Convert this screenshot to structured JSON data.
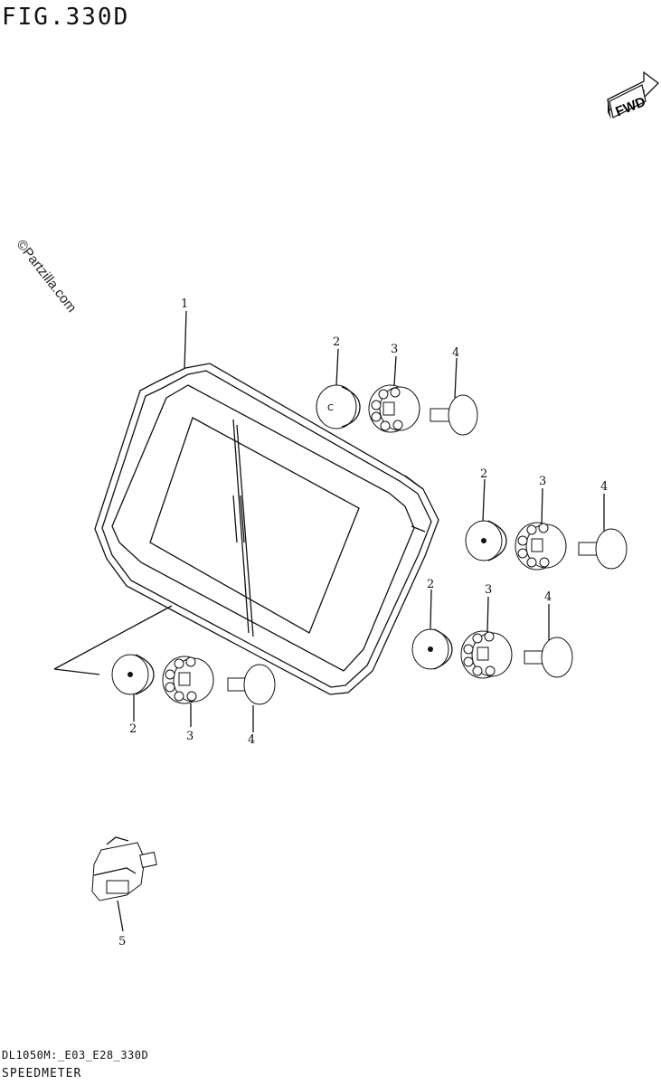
{
  "header": {
    "figure_label": "FIG.330D"
  },
  "watermark": {
    "text": "©Partzilla.com"
  },
  "fwd_badge": {
    "text": "FWD"
  },
  "callouts": [
    {
      "key": "meter",
      "label": "1"
    },
    {
      "key": "cushion_a",
      "label": "2"
    },
    {
      "key": "grommet_a",
      "label": "3"
    },
    {
      "key": "collar_a",
      "label": "4"
    },
    {
      "key": "cushion_b",
      "label": "2"
    },
    {
      "key": "grommet_b",
      "label": "3"
    },
    {
      "key": "collar_b",
      "label": "4"
    },
    {
      "key": "cushion_c",
      "label": "2"
    },
    {
      "key": "grommet_c",
      "label": "3"
    },
    {
      "key": "collar_c",
      "label": "4"
    },
    {
      "key": "cushion_d",
      "label": "2"
    },
    {
      "key": "grommet_d",
      "label": "3"
    },
    {
      "key": "collar_d",
      "label": "4"
    },
    {
      "key": "connector",
      "label": "5"
    }
  ],
  "footer": {
    "model_code": "DL1050M:_E03_E28_330D",
    "part_name": "SPEEDMETER"
  }
}
